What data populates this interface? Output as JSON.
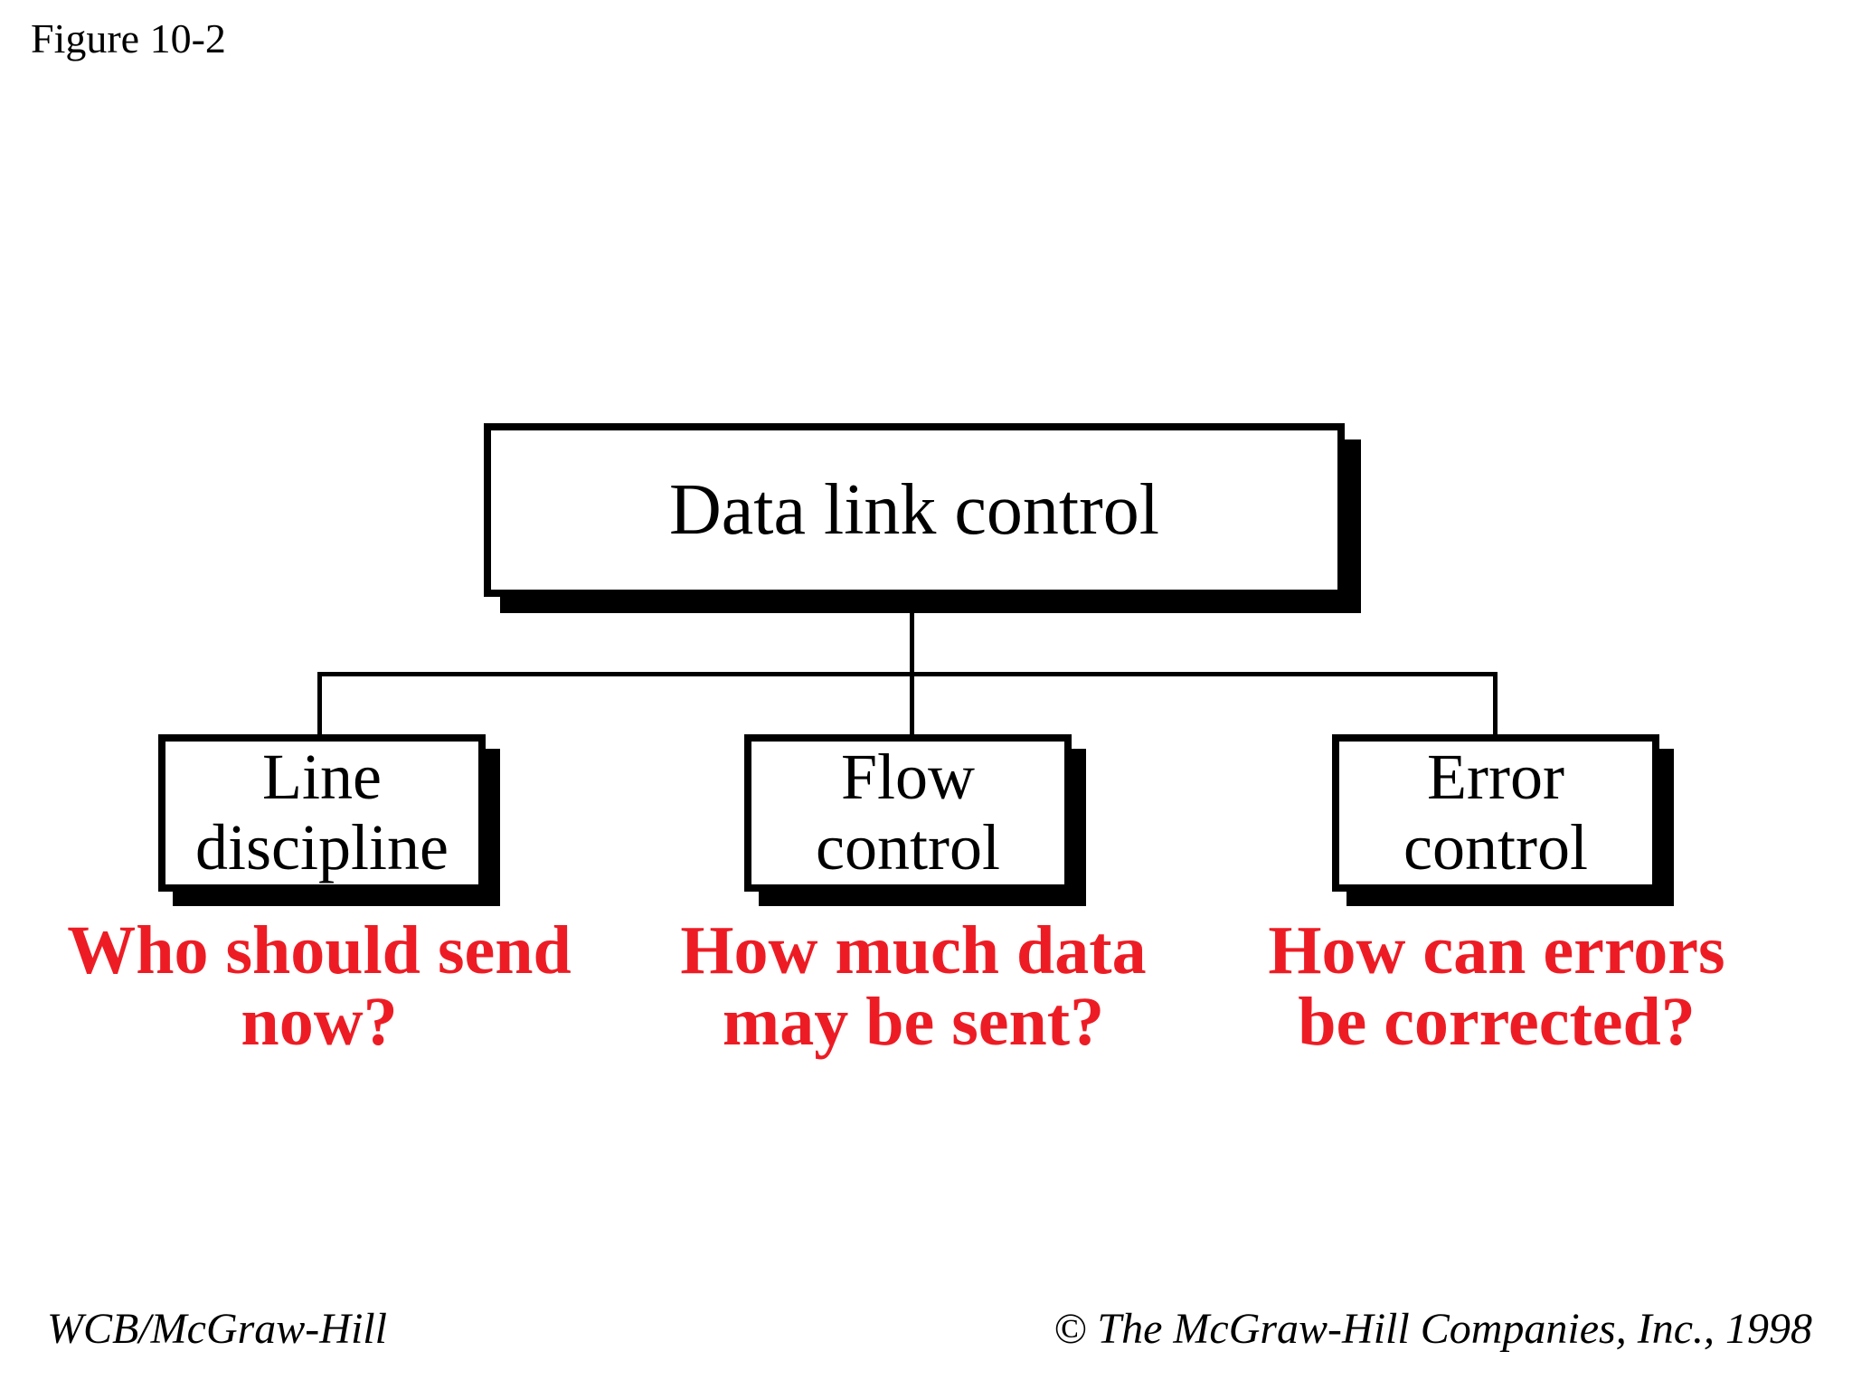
{
  "figure_label": "Figure 10-2",
  "colors": {
    "background": "#ffffff",
    "box_border": "#000000",
    "box_shadow": "#000000",
    "question_red": "#ed1c24"
  },
  "tree": {
    "root": {
      "label": "Data link control"
    },
    "children": [
      {
        "label": "Line\ndiscipline",
        "question": "Who should send\nnow?"
      },
      {
        "label": "Flow\ncontrol",
        "question": "How much data\nmay be sent?"
      },
      {
        "label": "Error\ncontrol",
        "question": "How can errors\nbe corrected?"
      }
    ]
  },
  "footer": {
    "left": "WCB/McGraw-Hill",
    "right": "© The McGraw-Hill Companies, Inc., 1998"
  }
}
